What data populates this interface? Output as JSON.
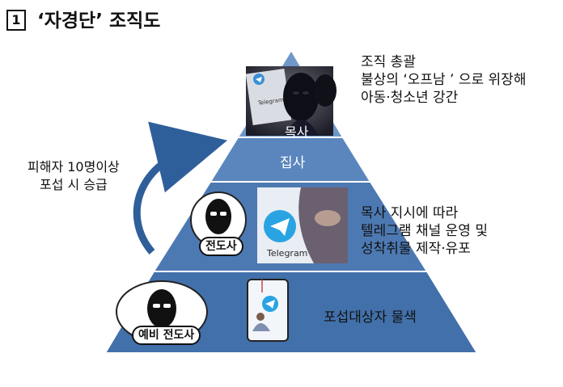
{
  "title": {
    "number": "1",
    "text": "‘자경단’ 조직도"
  },
  "tiers": [
    {
      "label": "목사",
      "description": [
        "조직 총괄",
        "불상의 ‘오프남 ’ 으로 위장해",
        "아동·청소년 강간"
      ]
    },
    {
      "label": "집사"
    },
    {
      "label": "전도사",
      "description": [
        "목사 지시에 따라",
        "텔레그램 채널 운영 및",
        "성착취물 제작·유포"
      ]
    },
    {
      "label": "예비 전도사",
      "description": [
        "포섭대상자 물색"
      ]
    }
  ],
  "promotion": {
    "lines": [
      "피해자 10명이상",
      "포섭 시 승급"
    ]
  },
  "photos": {
    "top_card_text": "Telegram",
    "mid_logo_text": "Telegram"
  },
  "colors": {
    "tier1": "#6f98c8",
    "tier2": "#5b86bd",
    "tier3": "#4d79b3",
    "tier4": "#4270aa",
    "arrow": "#2f5f9a"
  }
}
